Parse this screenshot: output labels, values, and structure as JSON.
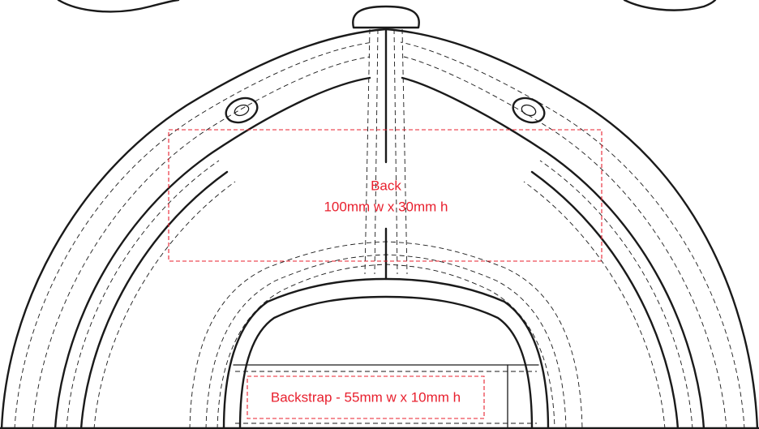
{
  "colors": {
    "line": "#1a1a1a",
    "print_zone": "#e8202e",
    "background": "#ffffff"
  },
  "print_areas": {
    "back": {
      "name": "Back",
      "size": "100mm w x 30mm h"
    },
    "backstrap": {
      "label": "Backstrap -  55mm w x 10mm h"
    }
  }
}
